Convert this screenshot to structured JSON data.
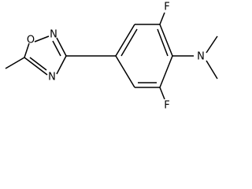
{
  "molecule": {
    "atoms": {
      "O1": "O",
      "N2": "N",
      "N4": "N",
      "F_top": "F",
      "F_bottom": "F",
      "N_amine": "N"
    }
  }
}
